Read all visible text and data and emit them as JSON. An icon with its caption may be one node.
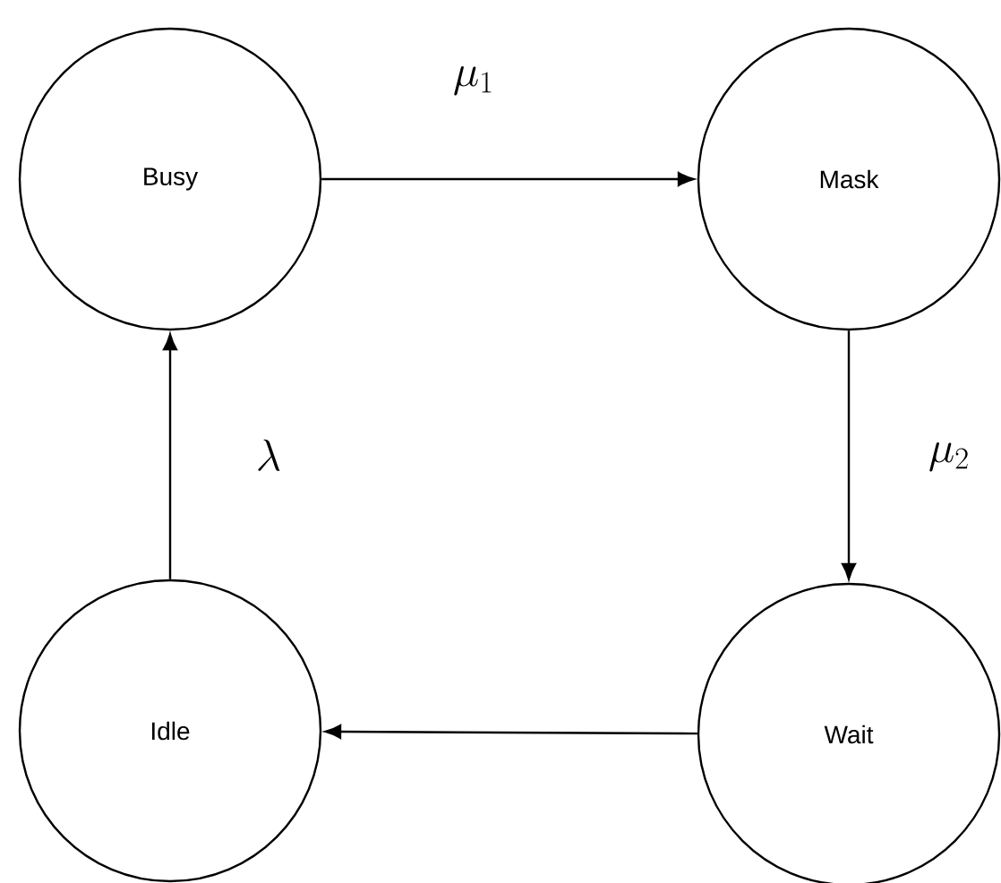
{
  "diagram": {
    "nodes": [
      {
        "text": [
          "Busy"
        ]
      },
      {
        "text": [
          "Mask"
        ]
      },
      {
        "text": [
          "Idle"
        ]
      },
      {
        "text": [
          "Wait"
        ]
      }
    ],
    "edges": [
      {
        "from": 0,
        "to": 1,
        "arrow": "to",
        "label": "\\mu_1"
      },
      {
        "from": 1,
        "to": 3,
        "arrow": "to",
        "label": "\\mu_2"
      },
      {
        "from": 3,
        "to": 2,
        "arrow": "to"
      },
      {
        "from": 2,
        "to": 0,
        "arrow": "to",
        "label": "\\lambda"
      }
    ]
  }
}
